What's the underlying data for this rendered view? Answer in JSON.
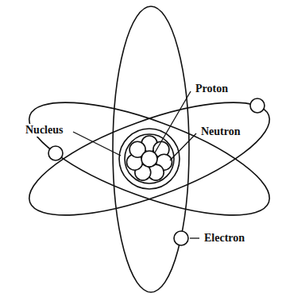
{
  "diagram": {
    "labels": [
      "Nucleus",
      "Proton",
      "Neutron",
      "Electron"
    ]
  }
}
